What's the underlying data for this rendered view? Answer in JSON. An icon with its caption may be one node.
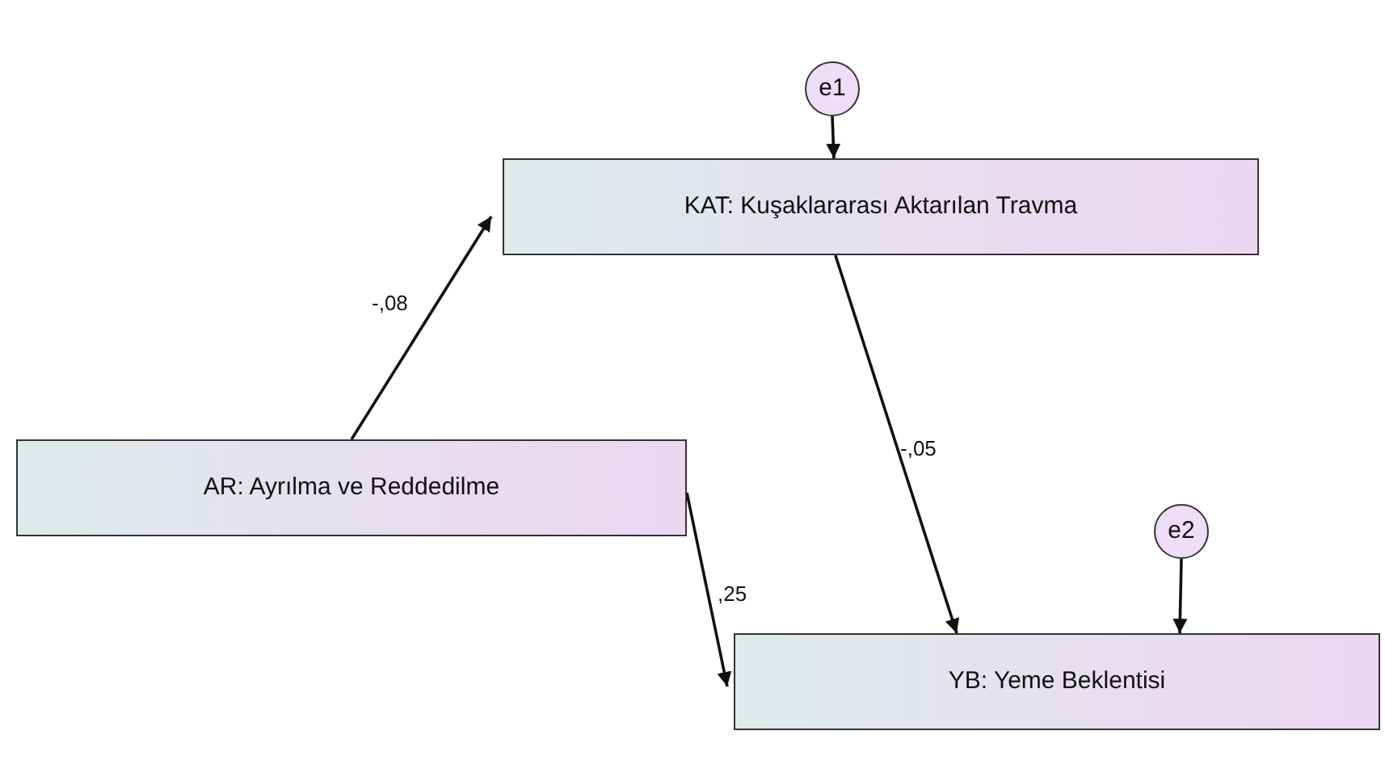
{
  "diagram": {
    "nodes": [
      {
        "text": [
          "e1"
        ]
      },
      {
        "text": [
          "KAT: Kuşaklararası Aktarılan Travma"
        ]
      },
      {
        "text": [
          "AR: Ayrılma ve Reddedilme"
        ]
      },
      {
        "text": [
          "e2"
        ]
      },
      {
        "text": [
          "YB: Yeme Beklentisi"
        ]
      }
    ],
    "edges": [
      {
        "from": 0,
        "to": 1,
        "arrow": "to"
      },
      {
        "from": 2,
        "to": 1,
        "arrow": "to",
        "label": "-,08"
      },
      {
        "from": 1,
        "to": 4,
        "arrow": "to",
        "label": "-,05"
      },
      {
        "from": 2,
        "to": 4,
        "arrow": "to",
        "label": ",25"
      },
      {
        "from": 3,
        "to": 4,
        "arrow": "to"
      }
    ]
  }
}
